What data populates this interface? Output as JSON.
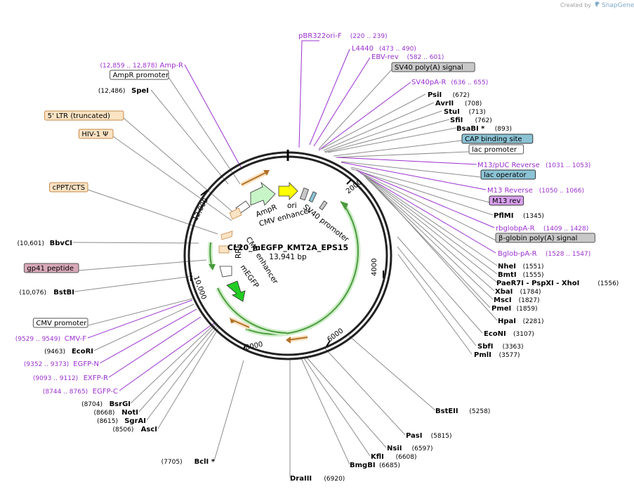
{
  "credit": {
    "prefix": "Created by",
    "brand": "SnapGene"
  },
  "plasmid": {
    "name": "CL20_mEGFP_KMT2A_EPS15",
    "length_label": "13,941 bp",
    "length": 13941
  },
  "colors": {
    "primer": "#9b30d0",
    "line_site": "#8c8c8c",
    "line_primer": "#9b30d0",
    "ring": "#222222",
    "orange_fill": "#fbe3c3",
    "orange_stroke": "#c7884a",
    "gray_fill": "#c8c8c8",
    "blue_fill": "#8bc3d5",
    "violet_fill": "#d9a0ee",
    "pink_fill": "#d8a8b8",
    "white_fill": "#ffffff",
    "green_arrow": "#22cc22",
    "green_arc": "#4a9a3e",
    "yellow_arrow": "#ffff00",
    "brown_arrow": "#b07025"
  },
  "ticks": [
    "2000",
    "4000",
    "6000",
    "8000",
    "10,000",
    "12,000"
  ],
  "inner_labels": [
    "ori",
    "SV40 promoter",
    "AmpR",
    "CMV enhancer",
    "CMV enhancer",
    "mEGFP",
    "RRE"
  ],
  "labels": [
    {
      "name": "pBR322ori-F",
      "pos": "(220 .. 239)",
      "type": "primer"
    },
    {
      "name": "L4440",
      "pos": "(473 .. 490)",
      "type": "primer"
    },
    {
      "name": "EBV-rev",
      "pos": "(582 .. 601)",
      "type": "primer"
    },
    {
      "name": "SV40 poly(A) signal",
      "pos": "",
      "type": "feature",
      "fill": "gray"
    },
    {
      "name": "SV40pA-R",
      "pos": "(636 .. 655)",
      "type": "primer"
    },
    {
      "name": "PsiI",
      "pos": "(672)",
      "type": "site"
    },
    {
      "name": "AvrII",
      "pos": "(708)",
      "type": "site"
    },
    {
      "name": "StuI",
      "pos": "(713)",
      "type": "site"
    },
    {
      "name": "SfiI",
      "pos": "(762)",
      "type": "site"
    },
    {
      "name": "BsaBI *",
      "pos": "(893)",
      "type": "site"
    },
    {
      "name": "CAP binding site",
      "pos": "",
      "type": "feature",
      "fill": "blue"
    },
    {
      "name": "lac promoter",
      "pos": "",
      "type": "feature",
      "fill": "white"
    },
    {
      "name": "M13/pUC Reverse",
      "pos": "(1031 .. 1053)",
      "type": "primer"
    },
    {
      "name": "lac operator",
      "pos": "",
      "type": "feature",
      "fill": "blue"
    },
    {
      "name": "M13 Reverse",
      "pos": "(1050 .. 1066)",
      "type": "primer"
    },
    {
      "name": "M13 rev",
      "pos": "",
      "type": "feature",
      "fill": "violet"
    },
    {
      "name": "PflMI",
      "pos": "(1345)",
      "type": "site"
    },
    {
      "name": "rbglobpA-R",
      "pos": "(1409 .. 1428)",
      "type": "primer"
    },
    {
      "name": "β-globin poly(A) signal",
      "pos": "",
      "type": "feature",
      "fill": "gray"
    },
    {
      "name": "Bglob-pA-R",
      "pos": "(1528 .. 1547)",
      "type": "primer"
    },
    {
      "name": "NheI",
      "pos": "(1551)",
      "type": "site"
    },
    {
      "name": "BmtI",
      "pos": "(1555)",
      "type": "site"
    },
    {
      "name": "PaeR7I - PspXI - XhoI",
      "pos": "(1556)",
      "type": "site"
    },
    {
      "name": "XbaI",
      "pos": "(1784)",
      "type": "site"
    },
    {
      "name": "MscI",
      "pos": "(1827)",
      "type": "site"
    },
    {
      "name": "PmeI",
      "pos": "(1859)",
      "type": "site"
    },
    {
      "name": "HpaI",
      "pos": "(2281)",
      "type": "site"
    },
    {
      "name": "EcoNI",
      "pos": "(3107)",
      "type": "site"
    },
    {
      "name": "SbfI",
      "pos": "(3363)",
      "type": "site"
    },
    {
      "name": "PmlI",
      "pos": "(3577)",
      "type": "site"
    },
    {
      "name": "BstEII",
      "pos": "(5258)",
      "type": "site"
    },
    {
      "name": "PasI",
      "pos": "(5815)",
      "type": "site"
    },
    {
      "name": "NsiI",
      "pos": "(6597)",
      "type": "site"
    },
    {
      "name": "KflI",
      "pos": "(6608)",
      "type": "site"
    },
    {
      "name": "BmgBI",
      "pos": "(6685)",
      "type": "site"
    },
    {
      "name": "DraIII",
      "pos": "(6920)",
      "type": "site"
    },
    {
      "name": "BclI *",
      "pos": "(7705)",
      "type": "site"
    },
    {
      "name": "AscI",
      "pos": "(8506)",
      "type": "site"
    },
    {
      "name": "SgrAI",
      "pos": "(8615)",
      "type": "site"
    },
    {
      "name": "NotI",
      "pos": "(8668)",
      "type": "site"
    },
    {
      "name": "BsrGI",
      "pos": "(8704)",
      "type": "site"
    },
    {
      "name": "EGFP-C",
      "pos": "(8744 .. 8765)",
      "type": "primer"
    },
    {
      "name": "EXFP-R",
      "pos": "(9093 .. 9112)",
      "type": "primer"
    },
    {
      "name": "EGFP-N",
      "pos": "(9352 .. 9373)",
      "type": "primer"
    },
    {
      "name": "EcoRI",
      "pos": "(9463)",
      "type": "site"
    },
    {
      "name": "CMV-F",
      "pos": "(9529 .. 9549)",
      "type": "primer"
    },
    {
      "name": "CMV promoter",
      "pos": "",
      "type": "feature",
      "fill": "white"
    },
    {
      "name": "BstBI",
      "pos": "(10,076)",
      "type": "site"
    },
    {
      "name": "gp41 peptide",
      "pos": "",
      "type": "feature",
      "fill": "pink"
    },
    {
      "name": "BbvCI",
      "pos": "(10,601)",
      "type": "site"
    },
    {
      "name": "cPPT/CTS",
      "pos": "",
      "type": "feature",
      "fill": "orange"
    },
    {
      "name": "HIV-1 Ψ",
      "pos": "",
      "type": "feature",
      "fill": "orange"
    },
    {
      "name": "5' LTR (truncated)",
      "pos": "",
      "type": "feature",
      "fill": "orange"
    },
    {
      "name": "SpeI",
      "pos": "(12,486)",
      "type": "site"
    },
    {
      "name": "AmpR promoter",
      "pos": "",
      "type": "feature",
      "fill": "white"
    },
    {
      "name": "Amp-R",
      "pos": "(12,859 .. 12,878)",
      "type": "primer"
    }
  ]
}
